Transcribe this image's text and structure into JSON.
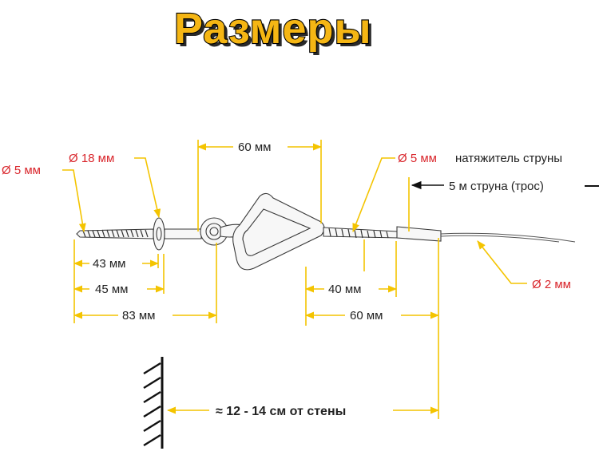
{
  "title": "Размеры",
  "labels": {
    "bolt_diameter": "Ø 5 мм",
    "washer_diameter": "Ø 18 мм",
    "top_span": "60 мм",
    "tensioner": "Ø 5 мм",
    "tensioner_text": "натяжитель струны",
    "string_text": "5 м струна (трос)",
    "cable_diameter": "Ø 2 мм",
    "len_43": "43 мм",
    "len_45": "45 мм",
    "len_83": "83 мм",
    "len_40": "40 мм",
    "len_60": "60 мм",
    "wall_distance": "≈ 12 - 14 см от стены"
  },
  "colors": {
    "title_fill": "#f5b614",
    "dimension_lines": "#f4c400",
    "red_labels": "#d9262c"
  },
  "icons": {
    "wall": "wall-hatch-icon",
    "arrow": "arrow-left-icon"
  }
}
